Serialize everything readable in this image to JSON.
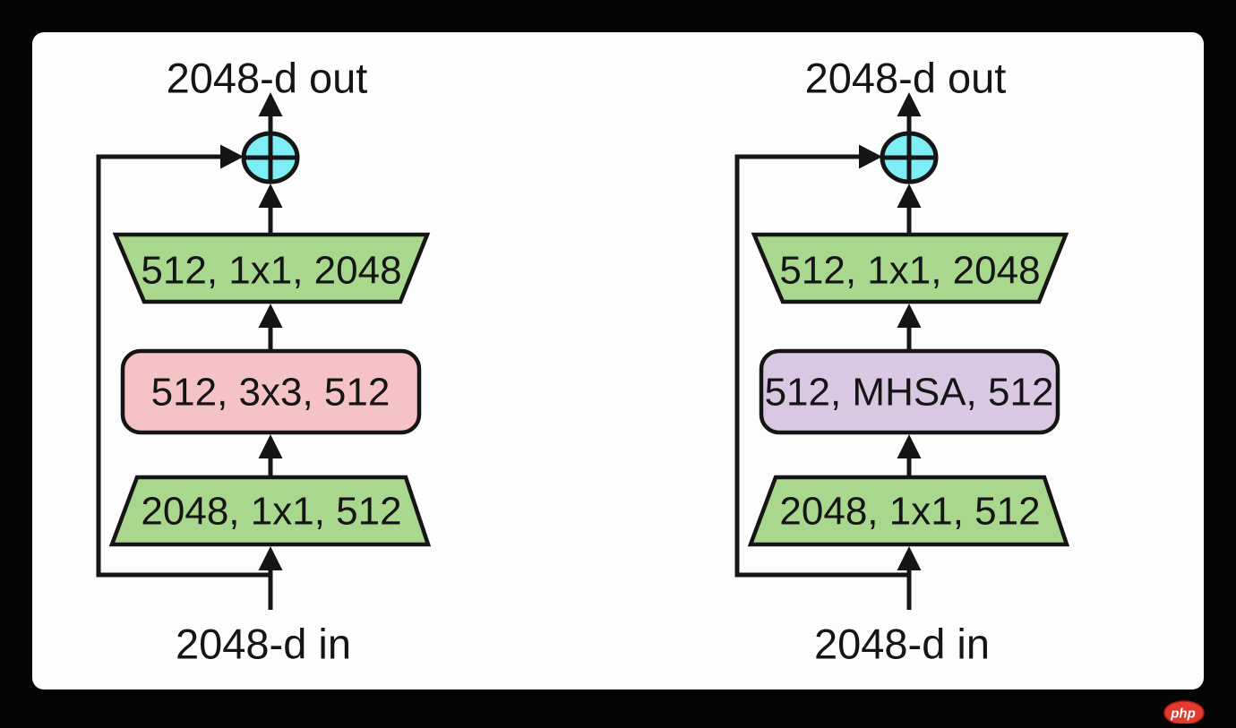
{
  "scene": {
    "background": "#050505",
    "canvas": "#fdfdfd"
  },
  "colors": {
    "stroke": "#151515",
    "cyan": "#7deef5",
    "green": "#a9d78e",
    "pink": "#f5c3c5",
    "purple": "#dac8e3",
    "watermark_red": "#e23b2e"
  },
  "diagrams": [
    {
      "output_label": "2048-d out",
      "input_label": "2048-d in",
      "blocks": [
        {
          "label": "512, 1x1, 2048",
          "shape": "trapezoid-narrowing",
          "color": "#a9d78e"
        },
        {
          "label": "512, 3x3, 512",
          "shape": "rounded-rect",
          "color": "#f5c3c5"
        },
        {
          "label": "2048, 1x1, 512",
          "shape": "trapezoid-widening",
          "color": "#a9d78e"
        }
      ]
    },
    {
      "output_label": "2048-d out",
      "input_label": "2048-d in",
      "blocks": [
        {
          "label": "512, 1x1, 2048",
          "shape": "trapezoid-narrowing",
          "color": "#a9d78e"
        },
        {
          "label": "512, MHSA, 512",
          "shape": "rounded-rect",
          "color": "#dac8e3"
        },
        {
          "label": "2048, 1x1, 512",
          "shape": "trapezoid-widening",
          "color": "#a9d78e"
        }
      ]
    }
  ],
  "watermark": {
    "label": "php"
  }
}
